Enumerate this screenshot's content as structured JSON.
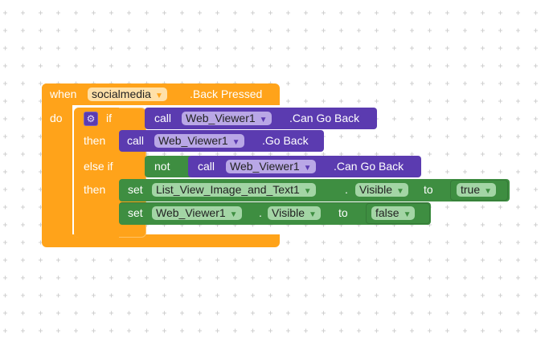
{
  "event_block": {
    "when_label": "when",
    "component": "socialmedia",
    "event": ".Back Pressed",
    "do_label": "do"
  },
  "if_block": {
    "if_label": "if",
    "then_label": "then",
    "elseif_label": "else if",
    "then2_label": "then"
  },
  "cond1": {
    "call_label": "call",
    "component": "Web_Viewer1",
    "method": ".Can Go Back"
  },
  "action1": {
    "call_label": "call",
    "component": "Web_Viewer1",
    "method": ".Go Back"
  },
  "cond2": {
    "not_label": "not",
    "call_label": "call",
    "component": "Web_Viewer1",
    "method": ".Can Go Back"
  },
  "set1": {
    "set_label": "set",
    "component": "List_View_Image_and_Text1",
    "dot": ".",
    "property": "Visible",
    "to_label": "to",
    "value": "true"
  },
  "set2": {
    "set_label": "set",
    "component": "Web_Viewer1",
    "dot": ".",
    "property": "Visible",
    "to_label": "to",
    "value": "false"
  },
  "icons": {
    "dropdown": "▼",
    "gear": "⚙"
  },
  "colors": {
    "control": "#ffa31a",
    "component_method": "#5b3bb0",
    "logic_set": "#3e8e41"
  }
}
